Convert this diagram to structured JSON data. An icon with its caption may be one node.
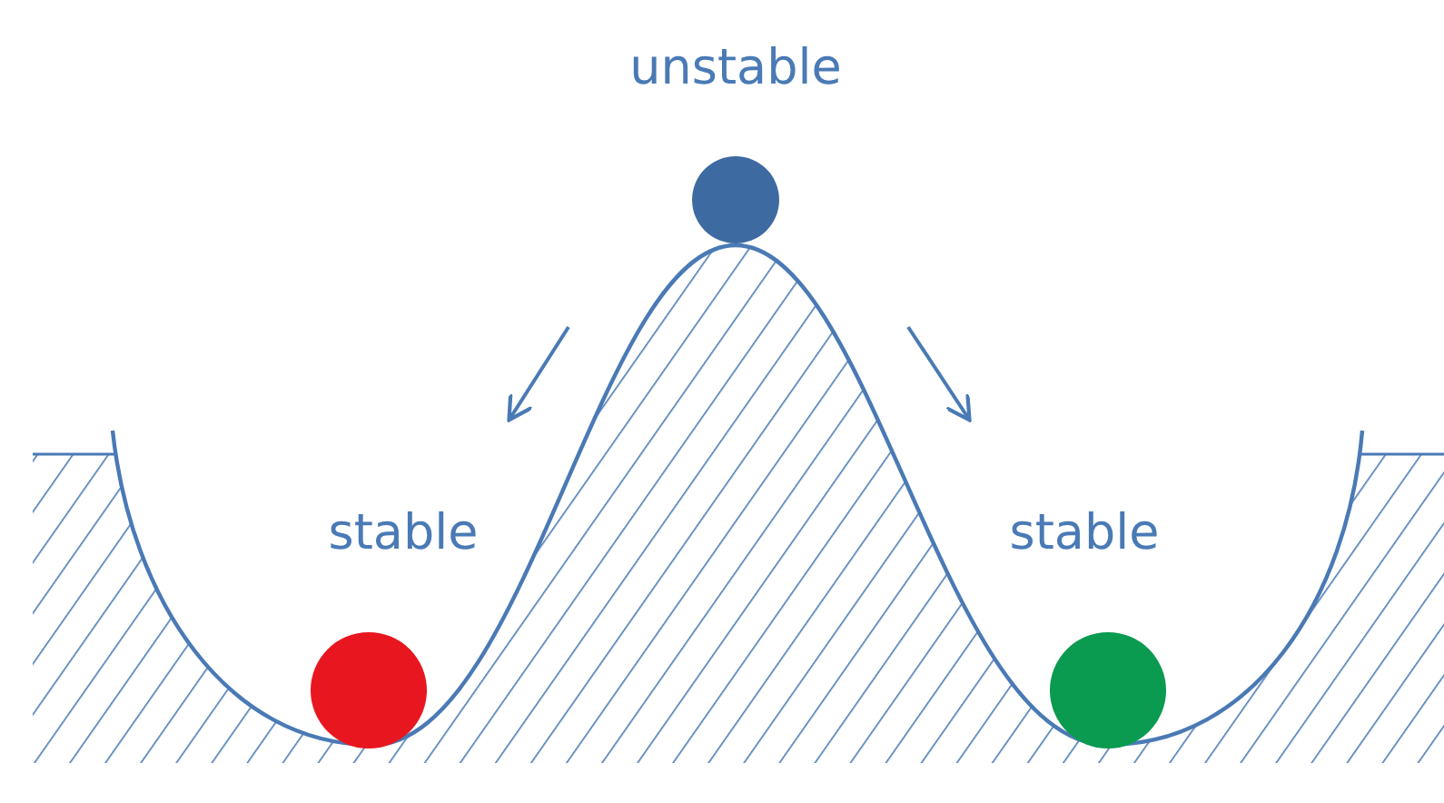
{
  "diagram": {
    "labels": [
      "unstable",
      "stable",
      "stable"
    ]
  }
}
